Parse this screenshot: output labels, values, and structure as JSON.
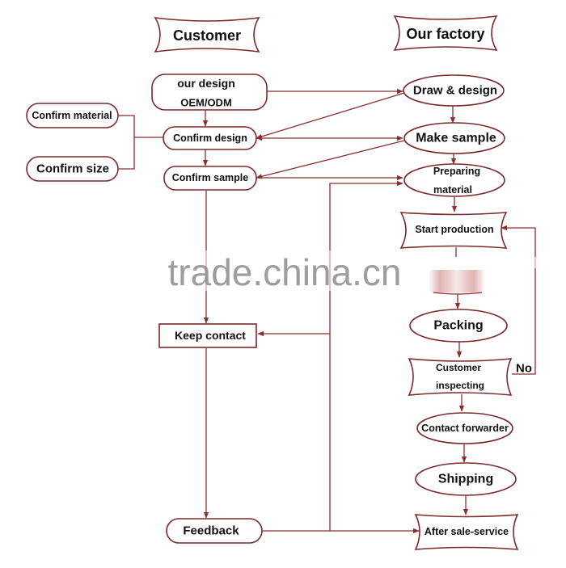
{
  "headers": {
    "customer": "Customer",
    "factory": "Our factory"
  },
  "customer_side": {
    "our_design_line1": "our design",
    "our_design_line2": "OEM/ODM",
    "confirm_design": "Confirm design",
    "confirm_sample": "Confirm sample",
    "confirm_material": "Confirm material",
    "confirm_size": "Confirm size",
    "keep_contact": "Keep contact",
    "feedback": "Feedback"
  },
  "factory_side": {
    "draw_design": "Draw & design",
    "make_sample": "Make sample",
    "preparing_line1": "Preparing",
    "preparing_line2": "material",
    "start_production": "Start production",
    "packing": "Packing",
    "inspecting_line1": "Customer",
    "inspecting_line2": "inspecting",
    "contact_forwarder": "Contact forwarder",
    "shipping": "Shipping",
    "after_sale": "After sale-service"
  },
  "edge_labels": {
    "no": "No"
  },
  "watermark": "trade.china.cn",
  "colors": {
    "stroke": "#7a2a2a",
    "arrow": "#8a2f2f",
    "text": "#111111",
    "watermark": "#8c8c8c"
  }
}
